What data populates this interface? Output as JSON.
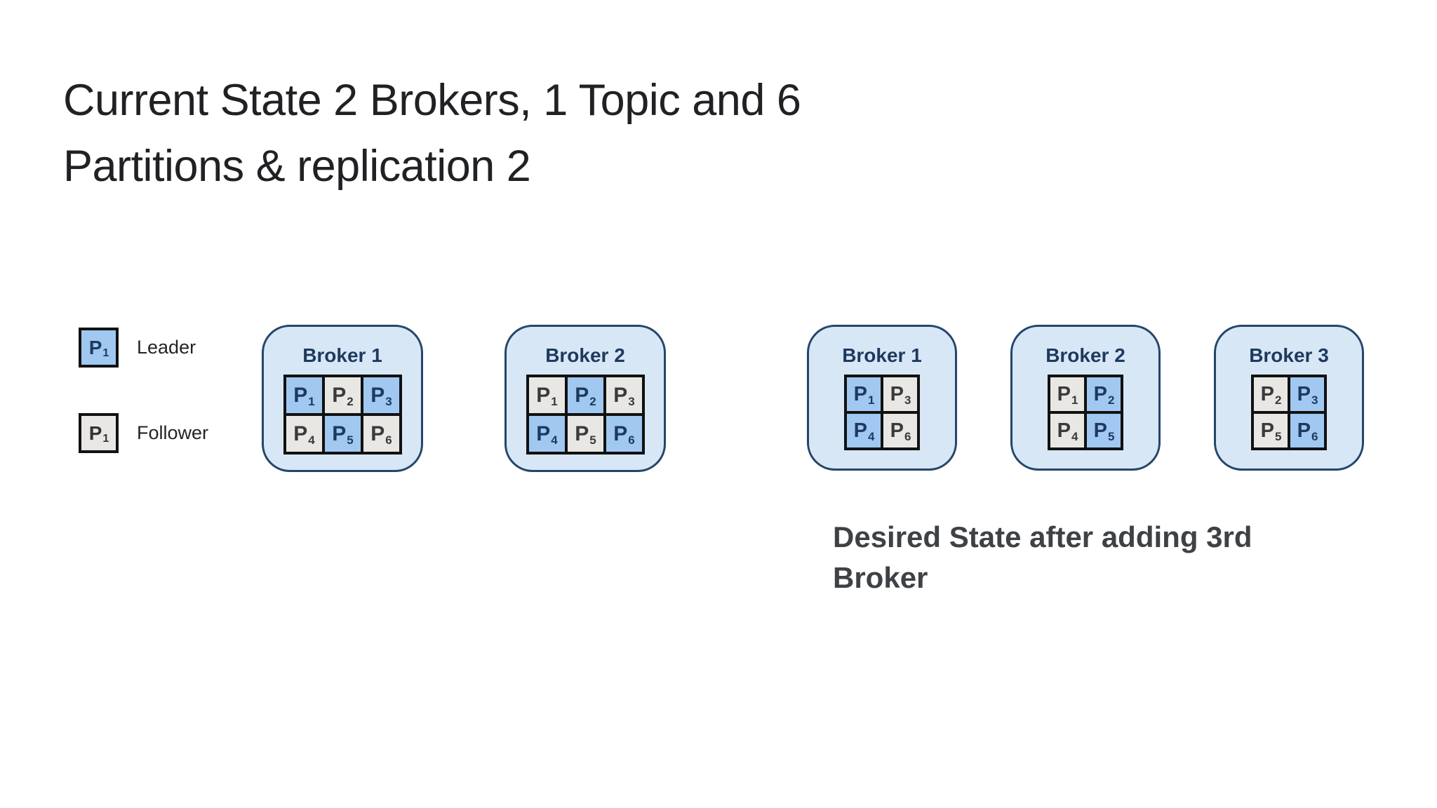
{
  "slide": {
    "title_lines": [
      "Current State 2 Brokers, 1 Topic and 6",
      "Partitions & replication 2"
    ],
    "caption_lines": [
      "Desired State after adding 3rd",
      "Broker"
    ]
  },
  "legend": {
    "items": [
      {
        "symbol": "P",
        "sub": "1",
        "role": "leader",
        "label": "Leader"
      },
      {
        "symbol": "P",
        "sub": "1",
        "role": "follower",
        "label": "Follower"
      }
    ]
  },
  "colors": {
    "leader_fill": "#a0c8f0",
    "follower_fill": "#e8e7e3",
    "broker_fill": "#d8e7f6",
    "broker_border": "#24466b",
    "broker_title_text": "#1d3a5e",
    "partition_grid_line": "#111111",
    "title_text": "#202124",
    "caption_text": "#3e4145",
    "background": "#ffffff"
  },
  "current_state": {
    "brokers": [
      {
        "name": "Broker 1",
        "cols": 3,
        "partitions": [
          {
            "symbol": "P",
            "sub": "1",
            "role": "leader"
          },
          {
            "symbol": "P",
            "sub": "2",
            "role": "follower"
          },
          {
            "symbol": "P",
            "sub": "3",
            "role": "leader"
          },
          {
            "symbol": "P",
            "sub": "4",
            "role": "follower"
          },
          {
            "symbol": "P",
            "sub": "5",
            "role": "leader"
          },
          {
            "symbol": "P",
            "sub": "6",
            "role": "follower"
          }
        ]
      },
      {
        "name": "Broker 2",
        "cols": 3,
        "partitions": [
          {
            "symbol": "P",
            "sub": "1",
            "role": "follower"
          },
          {
            "symbol": "P",
            "sub": "2",
            "role": "leader"
          },
          {
            "symbol": "P",
            "sub": "3",
            "role": "follower"
          },
          {
            "symbol": "P",
            "sub": "4",
            "role": "leader"
          },
          {
            "symbol": "P",
            "sub": "5",
            "role": "follower"
          },
          {
            "symbol": "P",
            "sub": "6",
            "role": "leader"
          }
        ]
      }
    ]
  },
  "desired_state": {
    "brokers": [
      {
        "name": "Broker 1",
        "cols": 2,
        "partitions": [
          {
            "symbol": "P",
            "sub": "1",
            "role": "leader"
          },
          {
            "symbol": "P",
            "sub": "3",
            "role": "follower"
          },
          {
            "symbol": "P",
            "sub": "4",
            "role": "leader"
          },
          {
            "symbol": "P",
            "sub": "6",
            "role": "follower"
          }
        ]
      },
      {
        "name": "Broker 2",
        "cols": 2,
        "partitions": [
          {
            "symbol": "P",
            "sub": "1",
            "role": "follower"
          },
          {
            "symbol": "P",
            "sub": "2",
            "role": "leader"
          },
          {
            "symbol": "P",
            "sub": "4",
            "role": "follower"
          },
          {
            "symbol": "P",
            "sub": "5",
            "role": "leader"
          }
        ]
      },
      {
        "name": "Broker 3",
        "cols": 2,
        "partitions": [
          {
            "symbol": "P",
            "sub": "2",
            "role": "follower"
          },
          {
            "symbol": "P",
            "sub": "3",
            "role": "leader"
          },
          {
            "symbol": "P",
            "sub": "5",
            "role": "follower"
          },
          {
            "symbol": "P",
            "sub": "6",
            "role": "leader"
          }
        ]
      }
    ]
  }
}
